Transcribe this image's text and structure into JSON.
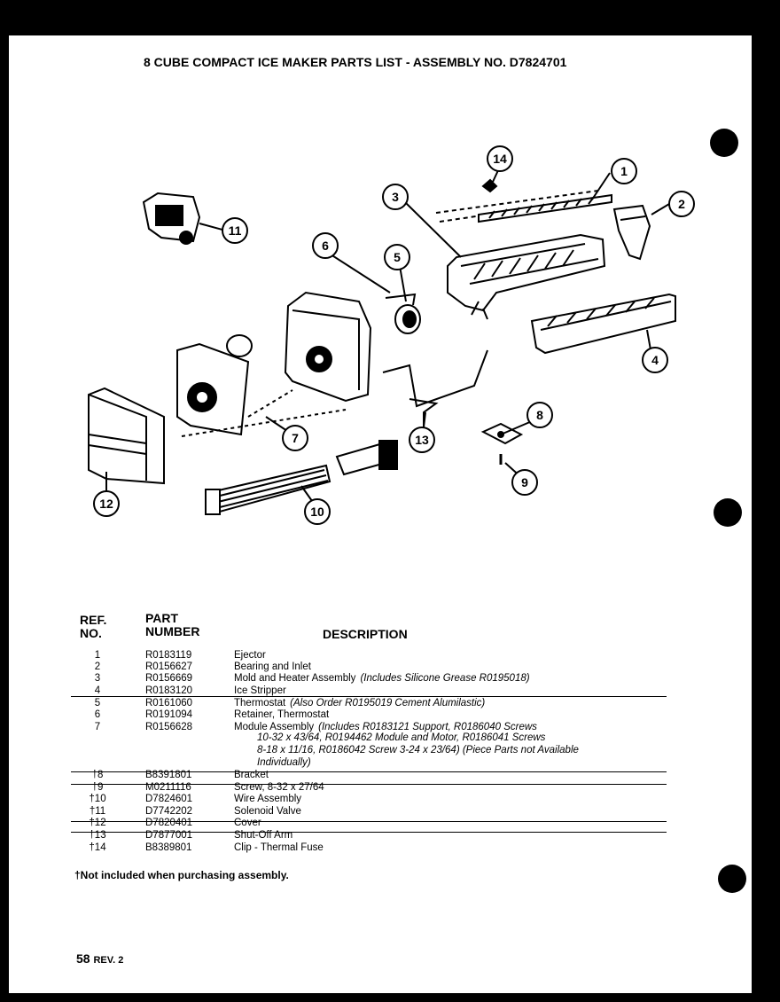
{
  "title": "8 CUBE COMPACT ICE MAKER PARTS LIST - ASSEMBLY NO. D7824701",
  "callouts": [
    "1",
    "2",
    "3",
    "4",
    "5",
    "6",
    "7",
    "8",
    "9",
    "10",
    "11",
    "12",
    "13",
    "14"
  ],
  "table": {
    "ref_header_1": "REF.",
    "ref_header_2": "NO.",
    "part_header_1": "PART",
    "part_header_2": "NUMBER",
    "desc_header": "DESCRIPTION",
    "rows": [
      {
        "ref": "1",
        "part": "R0183119",
        "desc": "Ejector",
        "note": ""
      },
      {
        "ref": "2",
        "part": "R0156627",
        "desc": "Bearing and Inlet",
        "note": ""
      },
      {
        "ref": "3",
        "part": "R0156669",
        "desc": "Mold and Heater Assembly",
        "note": "(Includes Silicone Grease  R0195018)"
      },
      {
        "ref": "4",
        "part": "R0183120",
        "desc": "Ice Stripper",
        "note": ""
      },
      {
        "ref": "5",
        "part": "R0161060",
        "desc": "Thermostat",
        "note": "(Also Order R0195019 Cement Alumilastic)"
      },
      {
        "ref": "6",
        "part": "R0191094",
        "desc": "Retainer, Thermostat",
        "note": ""
      },
      {
        "ref": "7",
        "part": "R0156628",
        "desc": "Module Assembly",
        "note": "(Includes R0183121 Support, R0186040 Screws"
      },
      {
        "ref": "†8",
        "part": "B8391801",
        "desc": "Bracket",
        "note": ""
      },
      {
        "ref": "†9",
        "part": "M0211116",
        "desc": "Screw, 8-32 x 27/64",
        "note": ""
      },
      {
        "ref": "†10",
        "part": "D7824601",
        "desc": "Wire Assembly",
        "note": ""
      },
      {
        "ref": "†11",
        "part": "D7742202",
        "desc": "Solenoid Valve",
        "note": ""
      },
      {
        "ref": "†12",
        "part": "D7820401",
        "desc": "Cover",
        "note": ""
      },
      {
        "ref": "†13",
        "part": "D7877001",
        "desc": "Shut-Off Arm",
        "note": ""
      },
      {
        "ref": "†14",
        "part": "B8389801",
        "desc": "Clip - Thermal Fuse",
        "note": ""
      }
    ],
    "row7_cont": [
      "10-32 x 43/64, R0194462 Module and Motor, R0186041 Screws",
      "8-18 x 11/16, R0186042 Screw 3-24 x 23/64) (Piece Parts not Available",
      "Individually)"
    ]
  },
  "footnote": "†Not included when purchasing assembly.",
  "page_number": "58",
  "revision": "REV. 2"
}
